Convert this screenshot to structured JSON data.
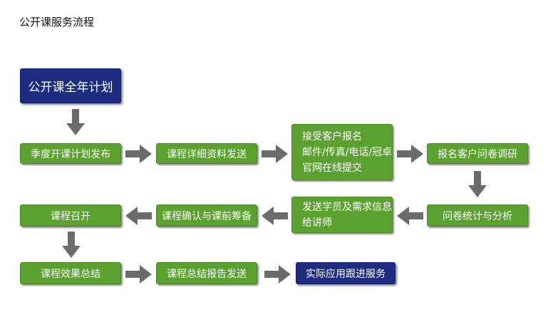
{
  "title": "公开课服务流程",
  "colors": {
    "green": "#5aa130",
    "navy": "#1c2d82",
    "arrow": "#6b6b6b"
  },
  "nodes": {
    "annual_plan": "公开课全年计划",
    "quarterly_release": "季度开课计划发布",
    "send_course_info": "课程详细资料发送",
    "accept_registration": [
      "接受客户报名",
      "邮件/传真/电话/冠卓",
      "官网在线提交"
    ],
    "survey": "报名客户问卷调研",
    "survey_stats": "问卷统计与分析",
    "send_to_lecturer": [
      "发送学员及需求信息",
      "给讲师"
    ],
    "confirm_prep": "课程确认与课前筹备",
    "course_held": "课程召开",
    "course_summary": "课程效果总结",
    "send_report": "课程总结报告发送",
    "follow_up": "实际应用跟进服务"
  }
}
